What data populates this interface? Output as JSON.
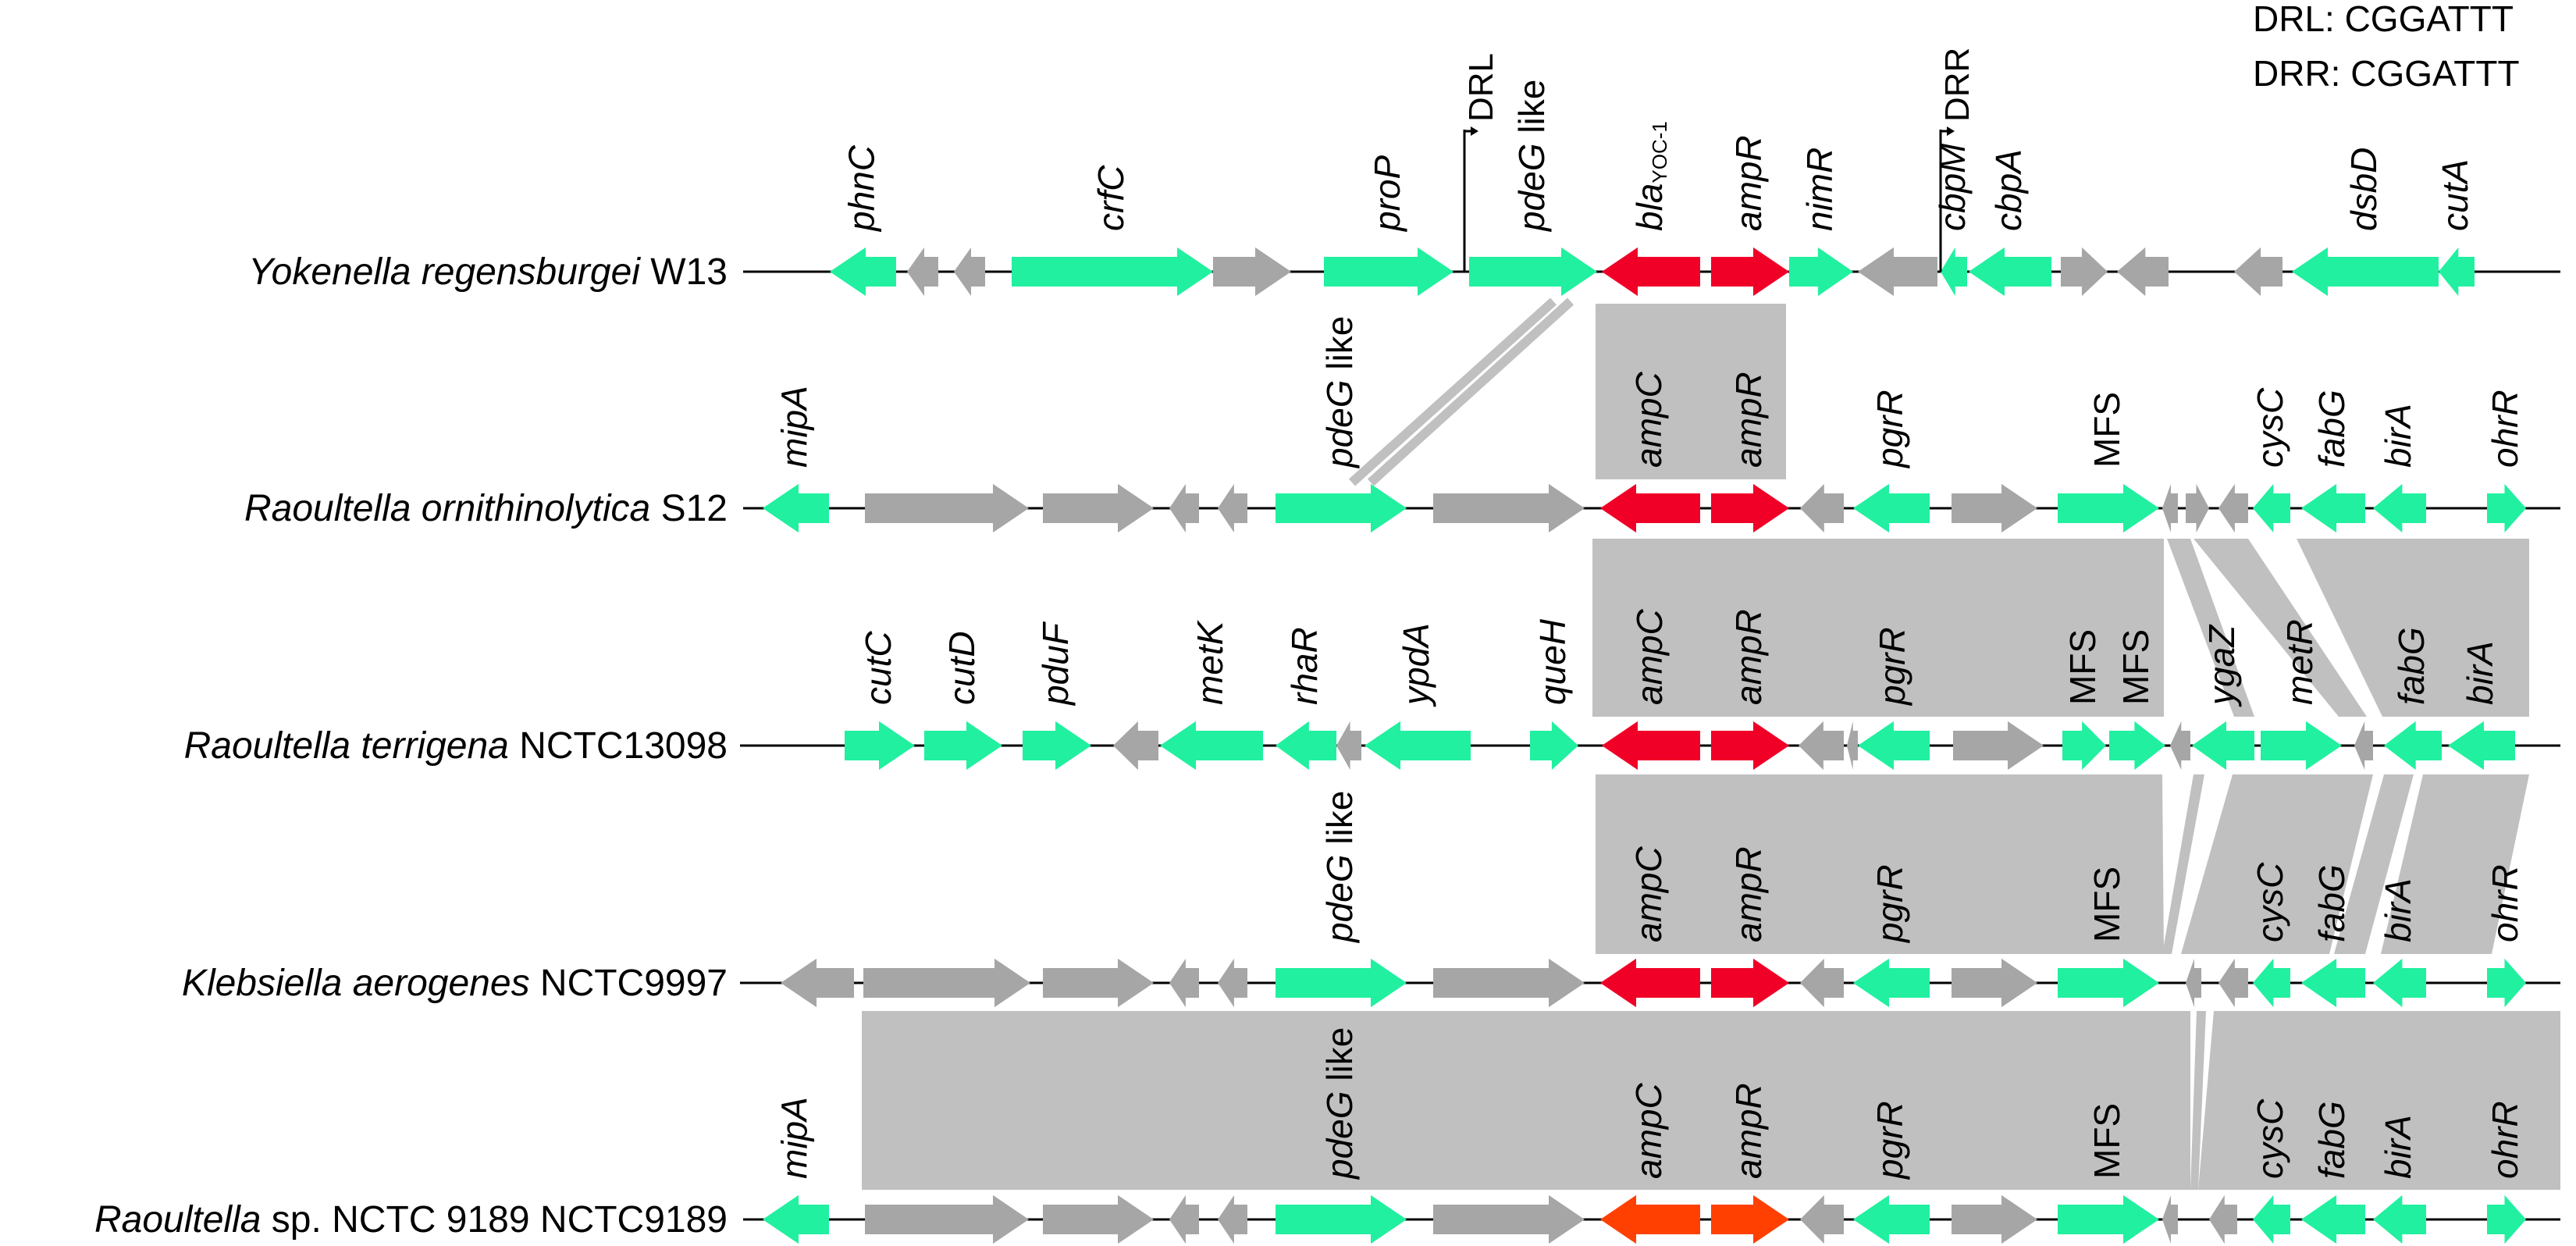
{
  "colors": {
    "green": "#21F0A0",
    "gray": "#A6A6A6",
    "red": "#F00027",
    "orange": "#FF4000",
    "band": "#C0C0C0",
    "line": "#000000"
  },
  "legend": {
    "drl": "DRL: CGGATTT",
    "drr": "DRR: CGGATTT"
  },
  "repeats": [
    {
      "label": "DRL"
    },
    {
      "label": "DRR"
    }
  ],
  "organisms": [
    {
      "genus": "Yokenella regensburgei",
      "strain": "W13"
    },
    {
      "genus": "Raoultella ornithinolytica",
      "strain": "S12"
    },
    {
      "genus": "Raoultella terrigena",
      "strain": "NCTC13098"
    },
    {
      "genus": "Klebsiella aerogenes",
      "strain": "NCTC9997"
    },
    {
      "genus": "Raoultella",
      "strain": "sp. NCTC 9189 NCTC9189"
    }
  ],
  "genes": [
    [
      {
        "name": "phnC",
        "dir": "L",
        "color": "green"
      },
      {
        "name": "",
        "dir": "L",
        "color": "gray"
      },
      {
        "name": "",
        "dir": "L",
        "color": "gray"
      },
      {
        "name": "crfC",
        "dir": "R",
        "color": "green"
      },
      {
        "name": "",
        "dir": "R",
        "color": "gray"
      },
      {
        "name": "proP",
        "dir": "R",
        "color": "green"
      },
      {
        "name": "pdeG",
        "suffix": " like",
        "dir": "R",
        "color": "green"
      },
      {
        "name": "bla",
        "sub": "YOC-1",
        "dir": "L",
        "color": "red"
      },
      {
        "name": "ampR",
        "dir": "R",
        "color": "red"
      },
      {
        "name": "nimR",
        "dir": "R",
        "color": "green"
      },
      {
        "name": "",
        "dir": "L",
        "color": "gray"
      },
      {
        "name": "cbpM",
        "dir": "L",
        "color": "green"
      },
      {
        "name": "cbpA",
        "dir": "L",
        "color": "green"
      },
      {
        "name": "",
        "dir": "R",
        "color": "gray"
      },
      {
        "name": "",
        "dir": "L",
        "color": "gray"
      },
      {
        "name": "",
        "dir": "L",
        "color": "gray"
      },
      {
        "name": "dsbD",
        "dir": "L",
        "color": "green"
      },
      {
        "name": "cutA",
        "dir": "L",
        "color": "green"
      }
    ],
    [
      {
        "name": "mipA",
        "dir": "L",
        "color": "green"
      },
      {
        "name": "",
        "dir": "R",
        "color": "gray"
      },
      {
        "name": "",
        "dir": "R",
        "color": "gray"
      },
      {
        "name": "",
        "dir": "L",
        "color": "gray"
      },
      {
        "name": "",
        "dir": "L",
        "color": "gray"
      },
      {
        "name": "pdeG",
        "suffix": " like",
        "dir": "R",
        "color": "green"
      },
      {
        "name": "",
        "dir": "R",
        "color": "gray"
      },
      {
        "name": "ampC",
        "dir": "L",
        "color": "red"
      },
      {
        "name": "ampR",
        "dir": "R",
        "color": "red"
      },
      {
        "name": "",
        "dir": "L",
        "color": "gray"
      },
      {
        "name": "pgrR",
        "dir": "L",
        "color": "green"
      },
      {
        "name": "",
        "dir": "R",
        "color": "gray"
      },
      {
        "name": "MFS",
        "dir": "R",
        "color": "green",
        "upright": true
      },
      {
        "name": "",
        "dir": "L",
        "color": "gray"
      },
      {
        "name": "",
        "dir": "R",
        "color": "gray"
      },
      {
        "name": "",
        "dir": "L",
        "color": "gray"
      },
      {
        "name": "cysC",
        "dir": "L",
        "color": "green"
      },
      {
        "name": "fabG",
        "dir": "L",
        "color": "green"
      },
      {
        "name": "birA",
        "dir": "L",
        "color": "green"
      },
      {
        "name": "ohrR",
        "dir": "R",
        "color": "green"
      }
    ],
    [
      {
        "name": "cutC",
        "dir": "R",
        "color": "green"
      },
      {
        "name": "cutD",
        "dir": "R",
        "color": "green"
      },
      {
        "name": "pduF",
        "dir": "R",
        "color": "green"
      },
      {
        "name": "",
        "dir": "L",
        "color": "gray"
      },
      {
        "name": "metK",
        "dir": "L",
        "color": "green"
      },
      {
        "name": "rhaR",
        "dir": "L",
        "color": "green"
      },
      {
        "name": "",
        "dir": "L",
        "color": "gray"
      },
      {
        "name": "ypdA",
        "dir": "L",
        "color": "green"
      },
      {
        "name": "queH",
        "dir": "R",
        "color": "green"
      },
      {
        "name": "ampC",
        "dir": "L",
        "color": "red"
      },
      {
        "name": "ampR",
        "dir": "R",
        "color": "red"
      },
      {
        "name": "",
        "dir": "L",
        "color": "gray"
      },
      {
        "name": "",
        "dir": "L",
        "color": "gray"
      },
      {
        "name": "pgrR",
        "dir": "L",
        "color": "green"
      },
      {
        "name": "",
        "dir": "R",
        "color": "gray"
      },
      {
        "name": "MFS",
        "dir": "R",
        "color": "green",
        "upright": true
      },
      {
        "name": "MFS",
        "dir": "R",
        "color": "green",
        "upright": true
      },
      {
        "name": "",
        "dir": "L",
        "color": "gray"
      },
      {
        "name": "ygaZ",
        "dir": "L",
        "color": "green"
      },
      {
        "name": "metR",
        "dir": "R",
        "color": "green"
      },
      {
        "name": "",
        "dir": "L",
        "color": "gray"
      },
      {
        "name": "fabG",
        "dir": "L",
        "color": "green"
      },
      {
        "name": "birA",
        "dir": "L",
        "color": "green"
      }
    ],
    [
      {
        "name": "",
        "dir": "L",
        "color": "gray"
      },
      {
        "name": "",
        "dir": "R",
        "color": "gray"
      },
      {
        "name": "",
        "dir": "R",
        "color": "gray"
      },
      {
        "name": "",
        "dir": "L",
        "color": "gray"
      },
      {
        "name": "",
        "dir": "L",
        "color": "gray"
      },
      {
        "name": "pdeG",
        "suffix": " like",
        "dir": "R",
        "color": "green"
      },
      {
        "name": "",
        "dir": "R",
        "color": "gray"
      },
      {
        "name": "ampC",
        "dir": "L",
        "color": "red"
      },
      {
        "name": "ampR",
        "dir": "R",
        "color": "red"
      },
      {
        "name": "",
        "dir": "L",
        "color": "gray"
      },
      {
        "name": "pgrR",
        "dir": "L",
        "color": "green"
      },
      {
        "name": "",
        "dir": "R",
        "color": "gray"
      },
      {
        "name": "MFS",
        "dir": "R",
        "color": "green",
        "upright": true
      },
      {
        "name": "",
        "dir": "L",
        "color": "gray"
      },
      {
        "name": "",
        "dir": "L",
        "color": "gray"
      },
      {
        "name": "cysC",
        "dir": "L",
        "color": "green"
      },
      {
        "name": "fabG",
        "dir": "L",
        "color": "green"
      },
      {
        "name": "birA",
        "dir": "L",
        "color": "green"
      },
      {
        "name": "ohrR",
        "dir": "R",
        "color": "green"
      }
    ],
    [
      {
        "name": "mipA",
        "dir": "L",
        "color": "green"
      },
      {
        "name": "",
        "dir": "R",
        "color": "gray"
      },
      {
        "name": "",
        "dir": "R",
        "color": "gray"
      },
      {
        "name": "",
        "dir": "L",
        "color": "gray"
      },
      {
        "name": "",
        "dir": "L",
        "color": "gray"
      },
      {
        "name": "pdeG",
        "suffix": " like",
        "dir": "R",
        "color": "green"
      },
      {
        "name": "",
        "dir": "R",
        "color": "gray"
      },
      {
        "name": "ampC",
        "dir": "L",
        "color": "orange"
      },
      {
        "name": "ampR",
        "dir": "R",
        "color": "orange"
      },
      {
        "name": "",
        "dir": "L",
        "color": "gray"
      },
      {
        "name": "pgrR",
        "dir": "L",
        "color": "green"
      },
      {
        "name": "",
        "dir": "R",
        "color": "gray"
      },
      {
        "name": "MFS",
        "dir": "R",
        "color": "green",
        "upright": true
      },
      {
        "name": "",
        "dir": "L",
        "color": "gray"
      },
      {
        "name": "",
        "dir": "L",
        "color": "gray"
      },
      {
        "name": "cysC",
        "dir": "L",
        "color": "green"
      },
      {
        "name": "fabG",
        "dir": "L",
        "color": "green"
      },
      {
        "name": "birA",
        "dir": "L",
        "color": "green"
      },
      {
        "name": "ohrR",
        "dir": "R",
        "color": "green"
      }
    ]
  ]
}
